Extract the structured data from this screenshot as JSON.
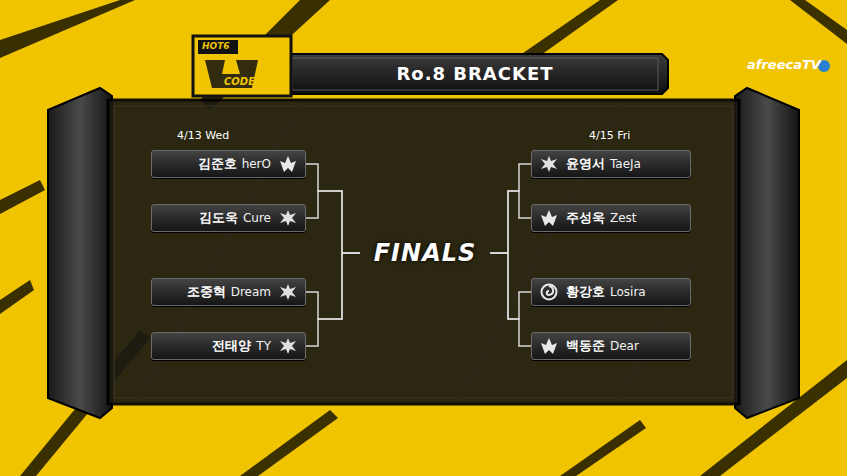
{
  "diagram": {
    "title": "Ro.8 BRACKET",
    "nodes": [
      {
        "text": [
          "김준호",
          "herO"
        ]
      },
      {
        "text": [
          "김도욱",
          "Cure"
        ]
      },
      {
        "text": [
          "조중혁",
          "Dream"
        ]
      },
      {
        "text": [
          "전태양",
          "TY"
        ]
      },
      {
        "text": [
          "FINALS"
        ]
      },
      {
        "text": [
          "윤영서",
          "TaeJa"
        ]
      },
      {
        "text": [
          "주성욱",
          "Zest"
        ]
      },
      {
        "text": [
          "황강호",
          "Losira"
        ]
      },
      {
        "text": [
          "백동준",
          "Dear"
        ]
      }
    ],
    "edges": [
      {
        "from": 0,
        "to": 4,
        "arrow": "none"
      },
      {
        "from": 1,
        "to": 4,
        "arrow": "none"
      },
      {
        "from": 2,
        "to": 4,
        "arrow": "none"
      },
      {
        "from": 3,
        "to": 4,
        "arrow": "none"
      },
      {
        "from": 5,
        "to": 4,
        "arrow": "none"
      },
      {
        "from": 6,
        "to": 4,
        "arrow": "none"
      },
      {
        "from": 7,
        "to": 4,
        "arrow": "none"
      },
      {
        "from": 8,
        "to": 4,
        "arrow": "none"
      }
    ],
    "labels": [
      "HOT6",
      "CODE S",
      "afreecaTV",
      "4/13 Wed",
      "4/15 Fri"
    ]
  }
}
